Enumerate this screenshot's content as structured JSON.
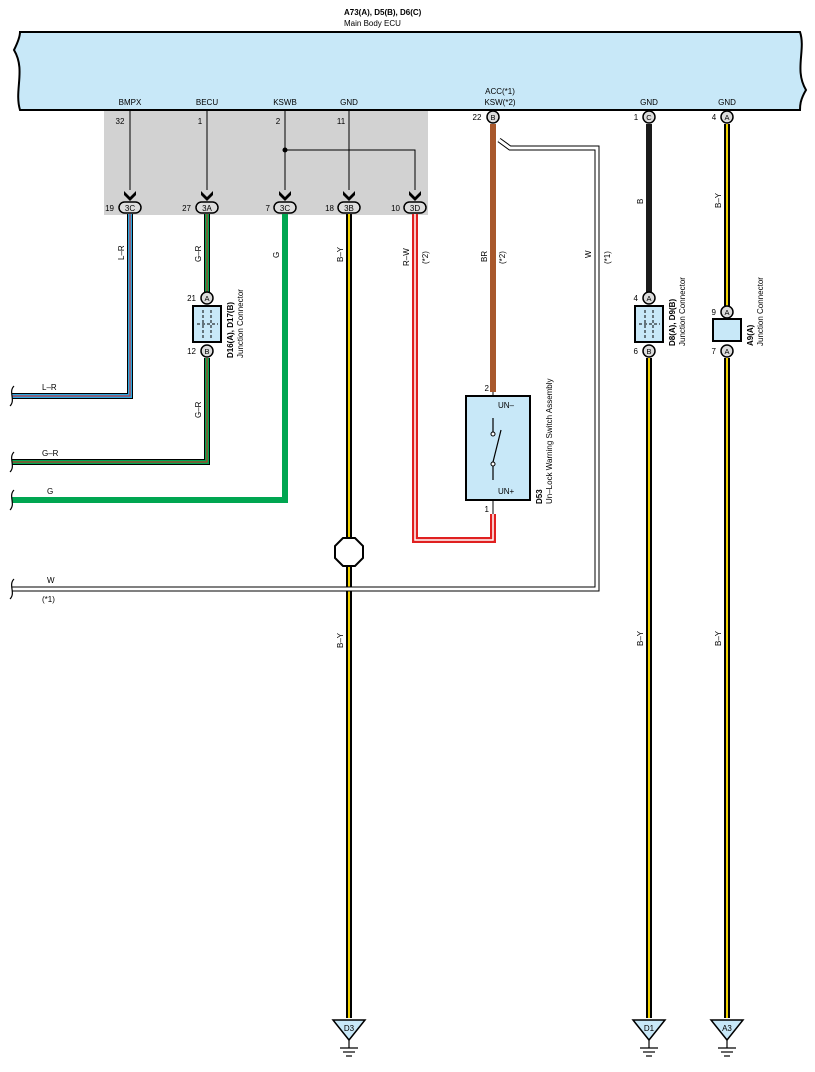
{
  "ecu": {
    "connector_ids": "A73(A), D5(B), D6(C)",
    "name": "Main Body ECU",
    "pins": [
      {
        "label": "BMPX",
        "num": "32"
      },
      {
        "label": "BECU",
        "num": "1"
      },
      {
        "label": "KSWB",
        "num": "2"
      },
      {
        "label": "GND",
        "num": "11"
      },
      {
        "label": "ACC(*1)",
        "label2": "KSW(*2)",
        "num": "22",
        "conn": "B"
      },
      {
        "label": "GND",
        "num": "1",
        "conn": "C"
      },
      {
        "label": "GND",
        "num": "4",
        "conn": "A"
      }
    ]
  },
  "junction_pins": [
    {
      "num": "19",
      "code": "3C"
    },
    {
      "num": "27",
      "code": "3A"
    },
    {
      "num": "7",
      "code": "3C"
    },
    {
      "num": "18",
      "code": "3B"
    },
    {
      "num": "10",
      "code": "3D"
    }
  ],
  "wires": {
    "bmpx": {
      "color_code": "L–R"
    },
    "becu_upper": {
      "color_code": "G–R"
    },
    "becu_lower": {
      "color_code": "G–R"
    },
    "kswb": {
      "color_code": "G"
    },
    "gnd11_upper": {
      "color_code": "B–Y"
    },
    "gnd11_lower": {
      "color_code": "B–Y"
    },
    "rw": {
      "color_code": "R–W",
      "note": "(*2)"
    },
    "br": {
      "color_code": "BR",
      "note": "(*2)"
    },
    "w": {
      "color_code": "W",
      "note": "(*1)"
    },
    "b": {
      "color_code": "B"
    },
    "gnd_c_lower": {
      "color_code": "B–Y"
    },
    "by_a_upper": {
      "color_code": "B–Y"
    },
    "by_a_lower": {
      "color_code": "B–Y"
    }
  },
  "left_exits": [
    {
      "code": "L–R"
    },
    {
      "code": "G–R"
    },
    {
      "code": "G"
    },
    {
      "code": "W",
      "note": "(*1)"
    }
  ],
  "connectors": {
    "d16": {
      "title": "D16(A), D17(B)",
      "desc": "Junction Connector",
      "top_pin": "21",
      "top_conn": "A",
      "bottom_pin": "12",
      "bottom_conn": "B"
    },
    "d8": {
      "title": "D8(A), D9(B)",
      "desc": "Junction Connector",
      "top_pin": "4",
      "top_conn": "A",
      "bottom_pin": "6",
      "bottom_conn": "B"
    },
    "a9": {
      "title": "A9(A)",
      "desc": "Junction Connector",
      "top_pin": "9",
      "top_conn": "A",
      "bottom_pin": "7",
      "bottom_conn": "A"
    }
  },
  "switch": {
    "id": "D53",
    "name": "Un–Lock Warning Switch Assembly",
    "top_label": "UN–",
    "bottom_label": "UN+",
    "top_pin": "2",
    "bottom_pin": "1"
  },
  "grounds": [
    {
      "code": "D3"
    },
    {
      "code": "D1"
    },
    {
      "code": "A3"
    }
  ],
  "colors": {
    "ecu_fill": "#c8e8f8",
    "junction_block": "#d2d2d2",
    "connector_fill": "#c8e8f8",
    "wire_blue": "#2aa7e0",
    "wire_red": "#e02020",
    "wire_green": "#00a651",
    "wire_brown": "#a8582c",
    "wire_yellow": "#f2d300",
    "wire_black": "#1a1a1a"
  }
}
